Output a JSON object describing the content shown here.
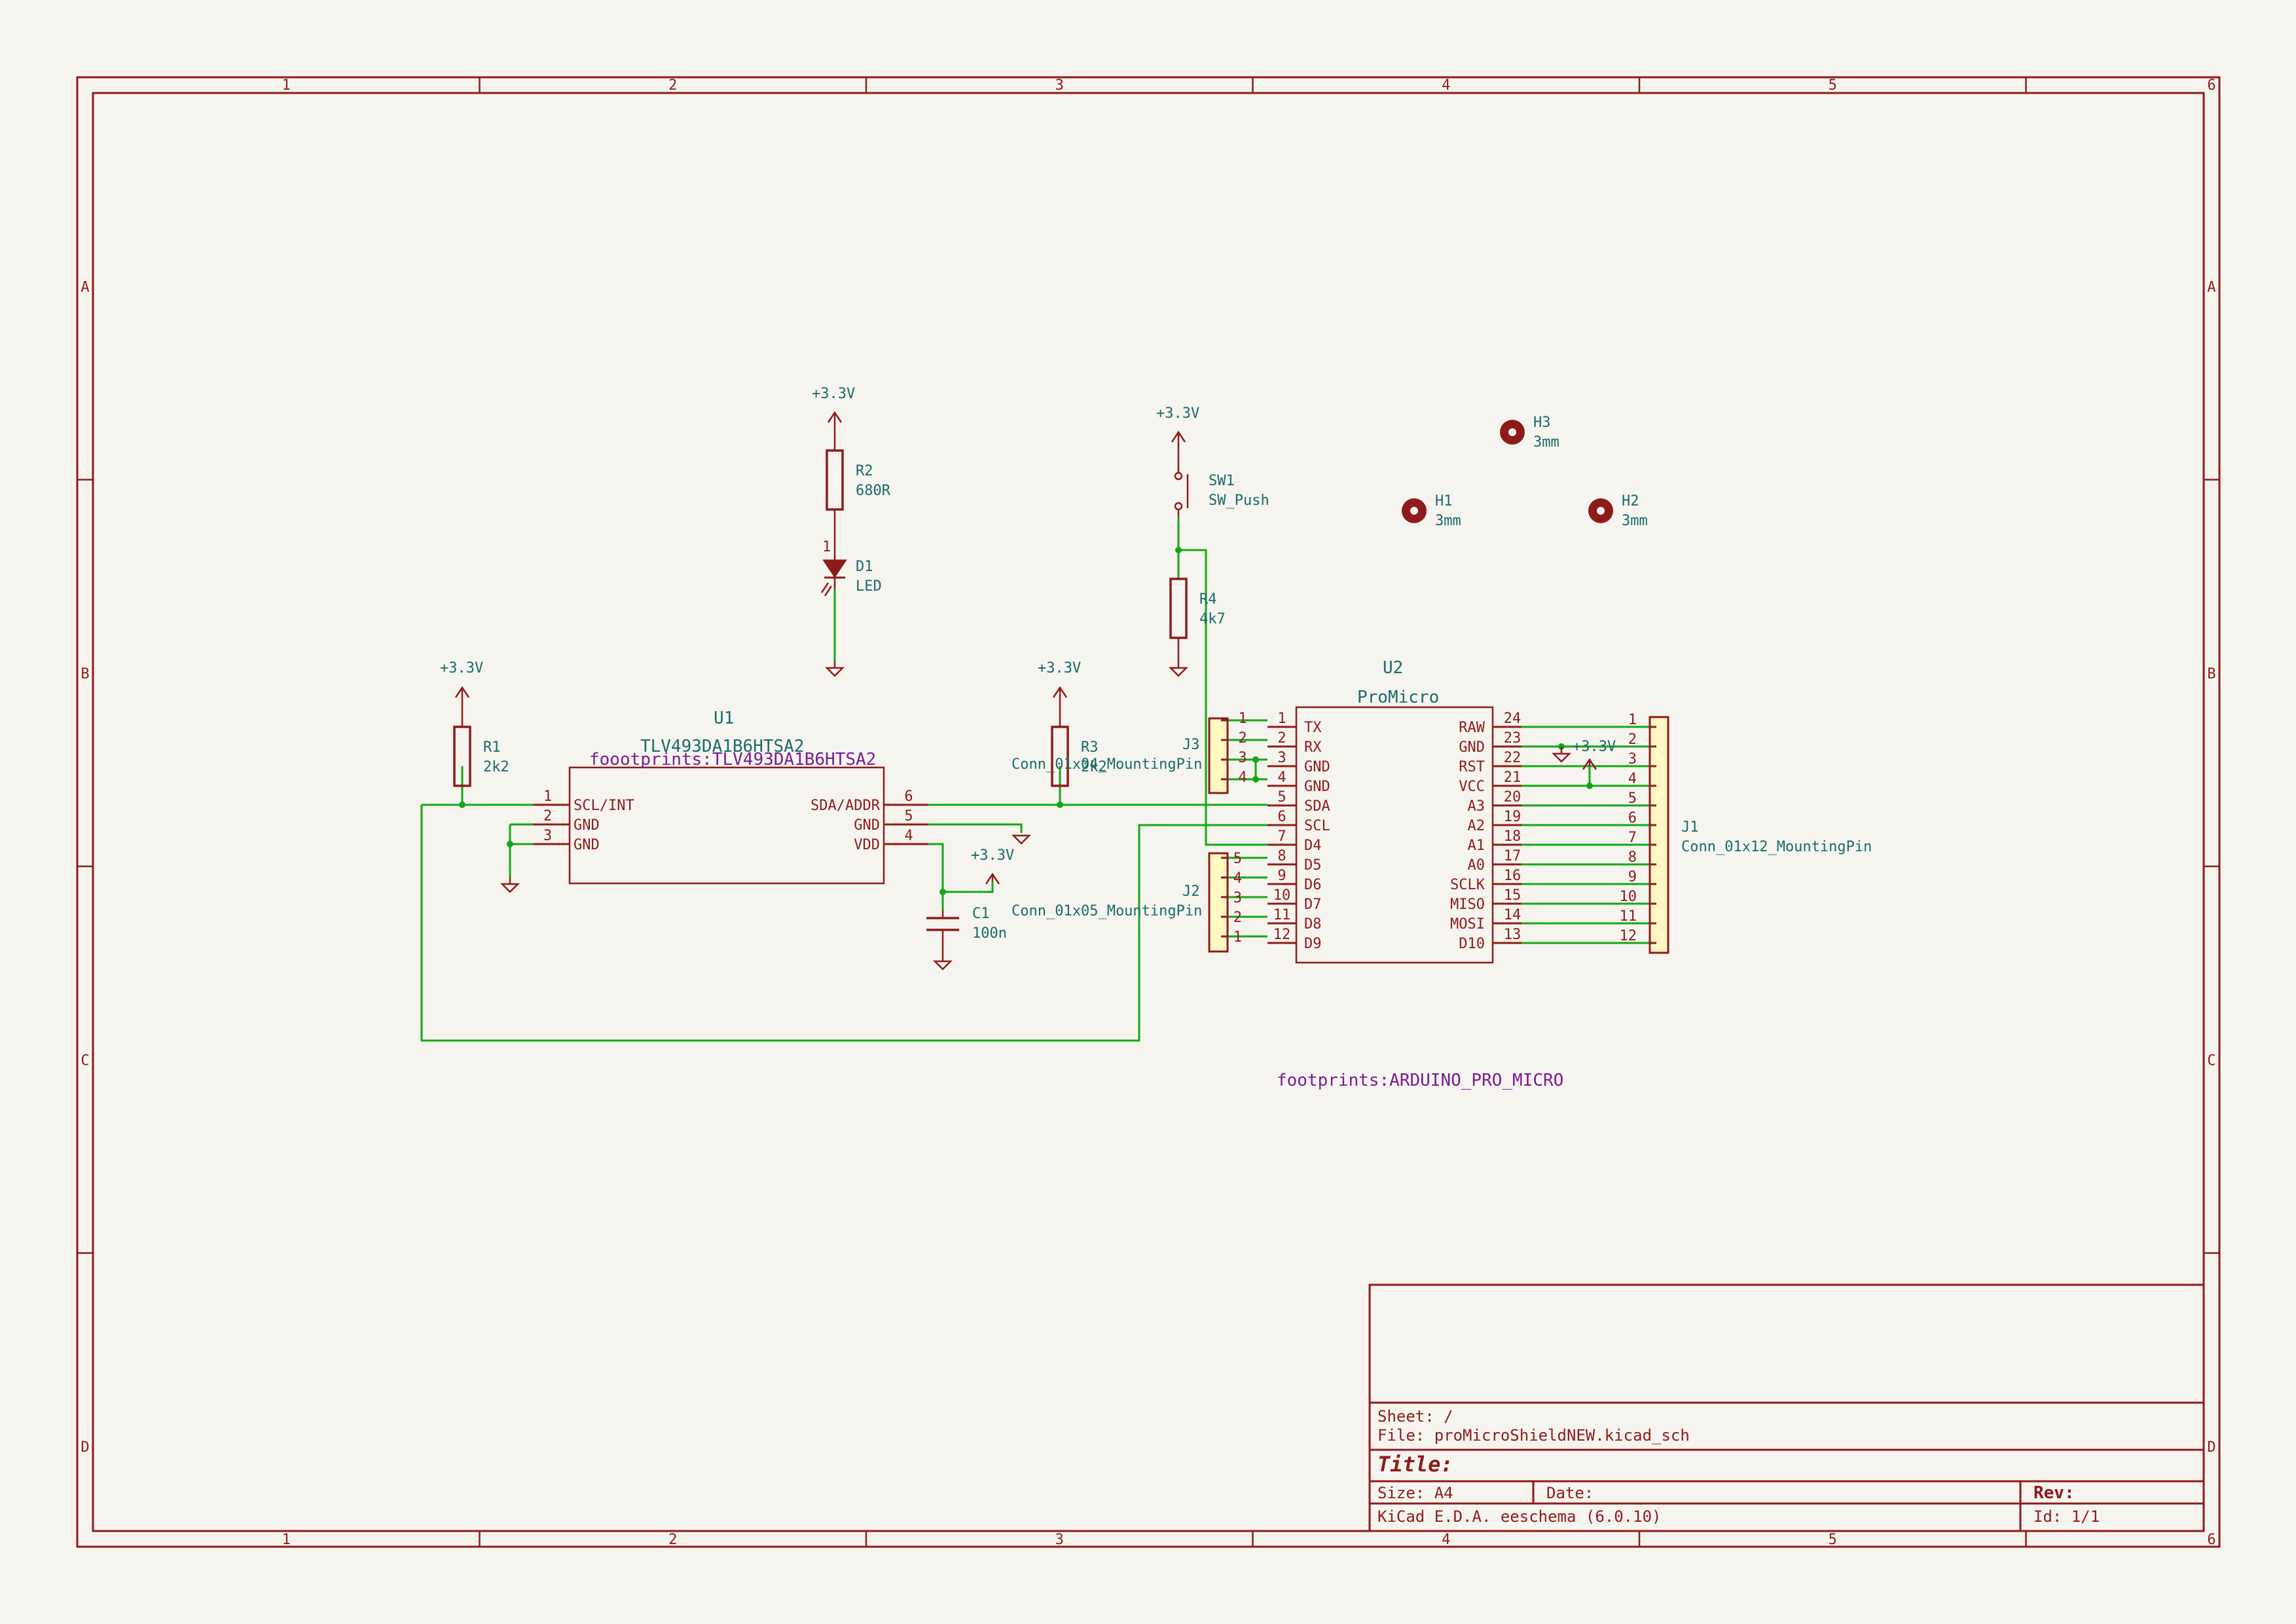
{
  "border": {
    "columns": [
      "1",
      "2",
      "3",
      "4",
      "5",
      "6"
    ],
    "rows": [
      "A",
      "B",
      "C",
      "D"
    ]
  },
  "power": {
    "label": "+3.3V"
  },
  "components": {
    "u1": {
      "ref": "U1",
      "value": "TLV493DA1B6HTSA2",
      "footprint": "fooot​prints:TLV493DA1B6HTSA2",
      "left_pins": [
        {
          "num": "1",
          "name": "SCL/INT"
        },
        {
          "num": "2",
          "name": "GND"
        },
        {
          "num": "3",
          "name": "GND"
        }
      ],
      "right_pins": [
        {
          "num": "6",
          "name": "SDA/ADDR"
        },
        {
          "num": "5",
          "name": "GND"
        },
        {
          "num": "4",
          "name": "VDD"
        }
      ]
    },
    "u2": {
      "ref": "U2",
      "value": "ProMicro",
      "footprint": "footprints:ARDUINO_PRO_MICRO",
      "left_pins": [
        {
          "num": "1",
          "name": "TX"
        },
        {
          "num": "2",
          "name": "RX"
        },
        {
          "num": "3",
          "name": "GND"
        },
        {
          "num": "4",
          "name": "GND"
        },
        {
          "num": "5",
          "name": "SDA"
        },
        {
          "num": "6",
          "name": "SCL"
        },
        {
          "num": "7",
          "name": "D4"
        },
        {
          "num": "8",
          "name": "D5"
        },
        {
          "num": "9",
          "name": "D6"
        },
        {
          "num": "10",
          "name": "D7"
        },
        {
          "num": "11",
          "name": "D8"
        },
        {
          "num": "12",
          "name": "D9"
        }
      ],
      "right_pins": [
        {
          "num": "24",
          "name": "RAW"
        },
        {
          "num": "23",
          "name": "GND"
        },
        {
          "num": "22",
          "name": "RST"
        },
        {
          "num": "21",
          "name": "VCC"
        },
        {
          "num": "20",
          "name": "A3"
        },
        {
          "num": "19",
          "name": "A2"
        },
        {
          "num": "18",
          "name": "A1"
        },
        {
          "num": "17",
          "name": "A0"
        },
        {
          "num": "16",
          "name": "SCLK"
        },
        {
          "num": "15",
          "name": "MISO"
        },
        {
          "num": "14",
          "name": "MOSI"
        },
        {
          "num": "13",
          "name": "D10"
        }
      ]
    },
    "r1": {
      "ref": "R1",
      "value": "2k2"
    },
    "r2": {
      "ref": "R2",
      "value": "680R"
    },
    "r3": {
      "ref": "R3",
      "value": "2k2"
    },
    "r4": {
      "ref": "R4",
      "value": "4k7"
    },
    "d1": {
      "ref": "D1",
      "value": "LED",
      "pin": "1"
    },
    "c1": {
      "ref": "C1",
      "value": "100n"
    },
    "sw1": {
      "ref": "SW1",
      "value": "SW_Push"
    },
    "h1": {
      "ref": "H1",
      "value": "3mm"
    },
    "h2": {
      "ref": "H2",
      "value": "3mm"
    },
    "h3": {
      "ref": "H3",
      "value": "3mm"
    },
    "j1": {
      "ref": "J1",
      "value": "Conn_01x12_MountingPin",
      "pins": [
        "1",
        "2",
        "3",
        "4",
        "5",
        "6",
        "7",
        "8",
        "9",
        "10",
        "11",
        "12"
      ]
    },
    "j2": {
      "ref": "J2",
      "value": "Conn_01x05_MountingPin",
      "pins": [
        "5",
        "4",
        "3",
        "2",
        "1"
      ]
    },
    "j3": {
      "ref": "J3",
      "value": "Conn_01x04_MountingPin",
      "pins": [
        "4",
        "3",
        "2",
        "1"
      ]
    }
  },
  "title_block": {
    "sheet": "Sheet: /",
    "file": "File: proMicroShieldNEW.kicad_sch",
    "title": "Title:",
    "size": "Size: A4",
    "date": "Date:",
    "rev": "Rev:",
    "tool": "KiCad E.D.A.  eeschema (6.0.10)",
    "id": "Id: 1/1"
  }
}
